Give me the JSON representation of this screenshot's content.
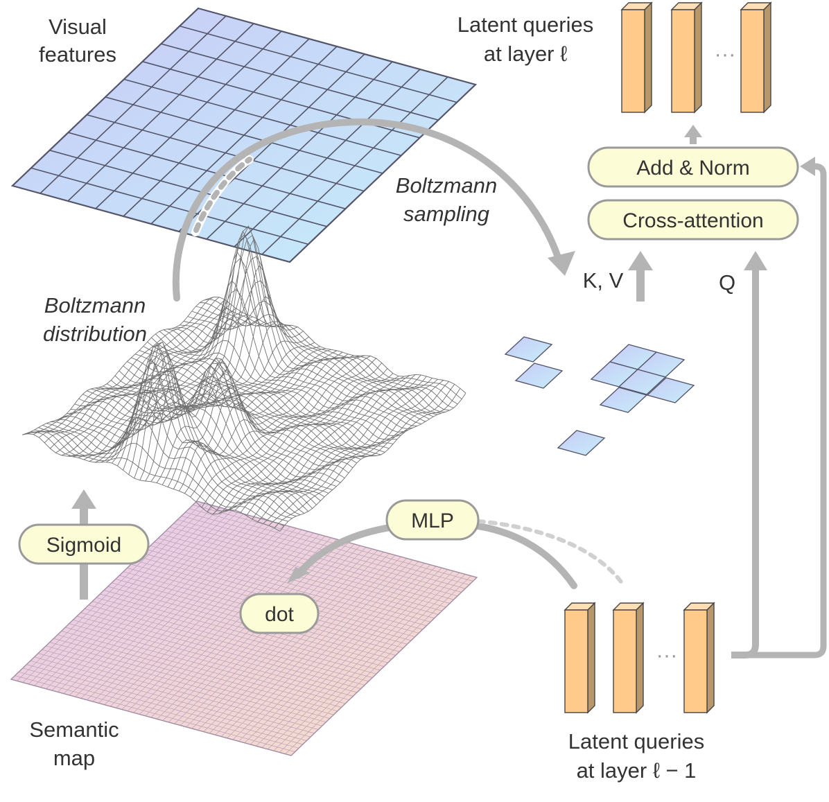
{
  "labels": {
    "visual_features": [
      "Visual",
      "features"
    ],
    "semantic_map": [
      "Semantic",
      "map"
    ],
    "boltzmann_distribution": [
      "Boltzmann",
      "distribution"
    ],
    "boltzmann_sampling": [
      "Boltzmann",
      "sampling"
    ],
    "latent_top": [
      "Latent queries",
      "at layer ℓ"
    ],
    "latent_bottom": [
      "Latent queries",
      "at layer ℓ − 1"
    ],
    "kv": "K, V",
    "q": "Q",
    "ellipsis": "···"
  },
  "boxes": {
    "add_norm": "Add & Norm",
    "cross_attention": "Cross-attention",
    "sigmoid": "Sigmoid",
    "mlp": "MLP",
    "dot": "dot"
  },
  "colors": {
    "arrow": "#b4b4b4",
    "box_fill": "#fcfcd6",
    "box_stroke": "#9a9a9a",
    "bar_front": "#ffca8a",
    "bar_side": "#b8976a",
    "bar_top": "#ffe0b5",
    "grid_line": "#55556a",
    "visual_tint_a": "#c8caf6",
    "visual_tint_b": "#c6eefa",
    "semantic_tint_a": "#e6c9ec",
    "semantic_tint_b": "#f8dec8",
    "mesh": "#707070"
  }
}
